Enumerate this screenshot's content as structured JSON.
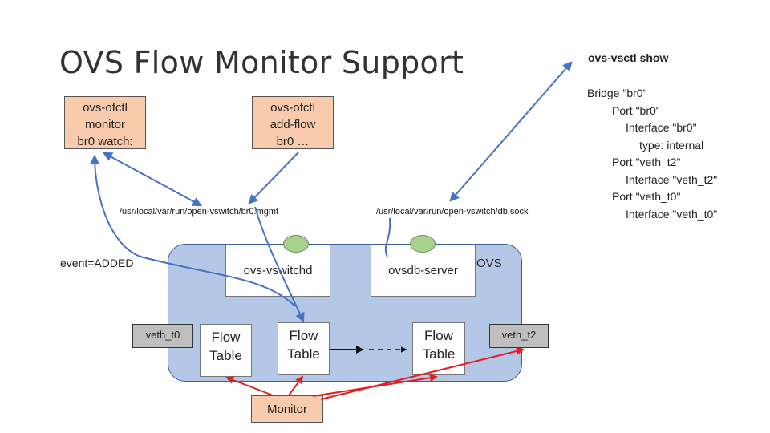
{
  "title": "OVS Flow Monitor Support",
  "boxes": {
    "monitor_cmd": [
      "ovs-ofctl",
      "monitor",
      "br0 watch:"
    ],
    "addflow_cmd": [
      "ovs-ofctl",
      "add-flow",
      "br0 …"
    ]
  },
  "paths": {
    "mgmt": "/usr/local/var/run/open-vswitch/br0.mgmt",
    "db": "/usr/local/var/run/open-vswitch/db.sock"
  },
  "event_label": "event=ADDED",
  "ovs_label": "OVS",
  "daemons": {
    "vswitchd": "ovs-vswitchd",
    "ovsdb": "ovsdb-server"
  },
  "ports": {
    "veth_t0": "veth_t0",
    "veth_t2": "veth_t2"
  },
  "flow_tables": [
    [
      "Flow",
      "Table"
    ],
    [
      "Flow",
      "Table"
    ],
    [
      "Flow",
      "Table"
    ]
  ],
  "monitor_label": "Monitor",
  "vsctl": {
    "heading": "ovs-vsctl show",
    "lines": [
      "Bridge \"br0\"",
      "Port \"br0\"",
      "Interface \"br0\"",
      "type: internal",
      "Port \"veth_t2\"",
      "Interface \"veth_t2\"",
      "Port \"veth_t0\"",
      "Interface \"veth_t0\""
    ]
  },
  "colors": {
    "blue_arrow": "#4472c4",
    "red_arrow": "#e02020",
    "ovs_fill": "#b4c7e7",
    "peach": "#f8cbad",
    "oval_green": "#a9d18e",
    "port_gray": "#bfbfbf"
  }
}
